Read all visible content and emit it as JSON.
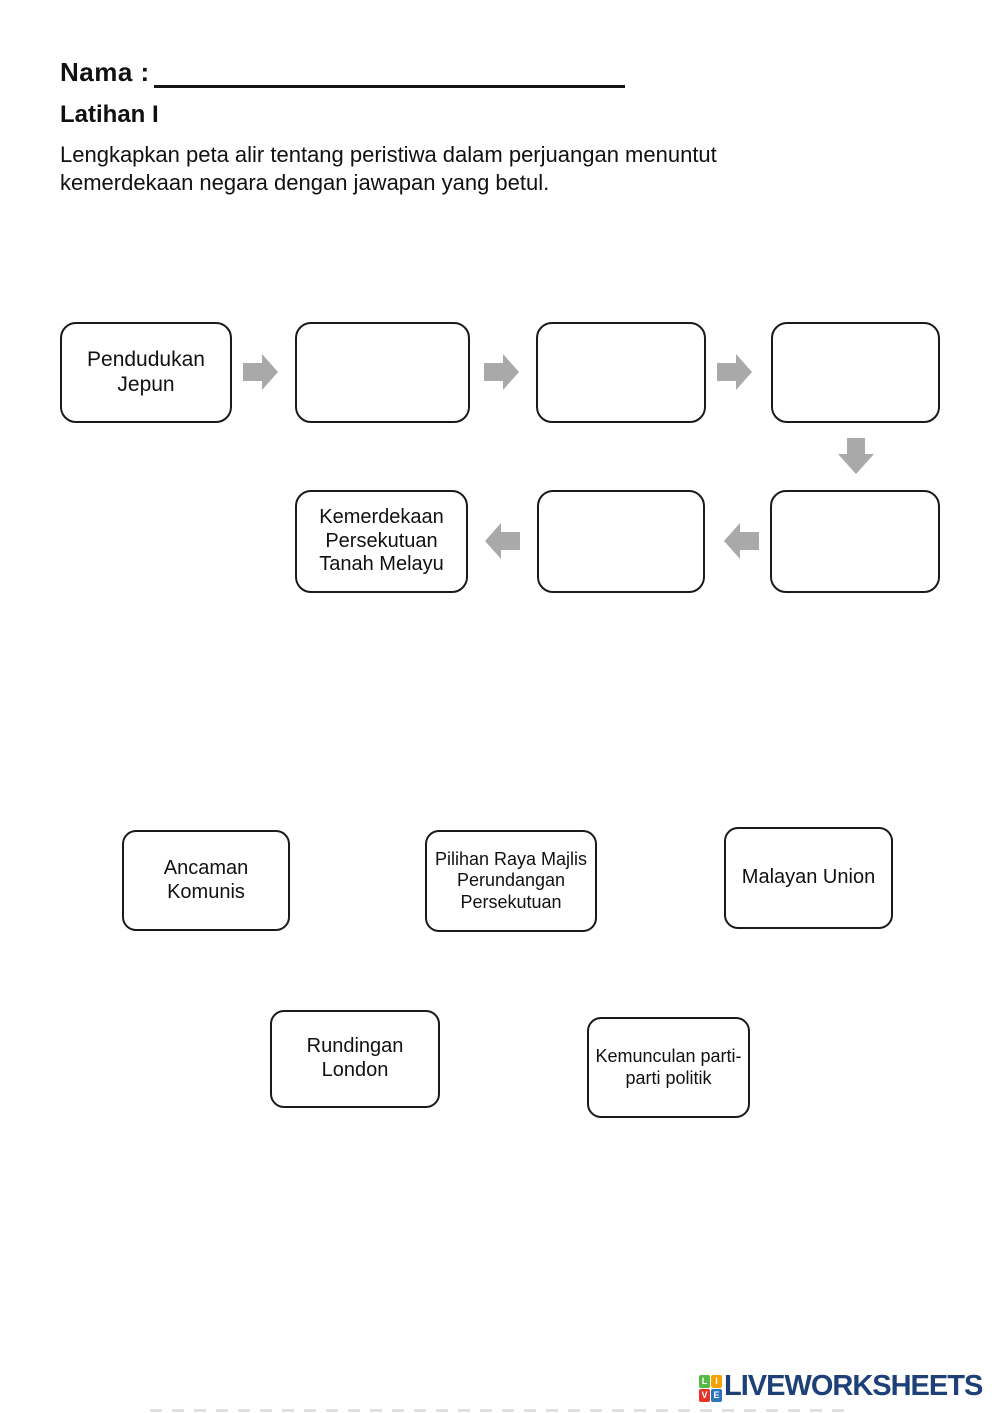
{
  "header": {
    "name_label": "Nama :",
    "name_field_value": "",
    "exercise_title": "Latihan I",
    "instructions_line1": "Lengkapkan peta alir tentang peristiwa dalam perjuangan menuntut",
    "instructions_line2": "kemerdekaan negara dengan jawapan yang betul."
  },
  "flowchart": {
    "step1_label": "Pendudukan Jepun",
    "final_label": "Kemerdekaan Persekutuan Tanah Melayu",
    "empty_box_count": 5,
    "arrow_color": "#a9a9a9",
    "box_border_color": "#1a1a1a"
  },
  "word_bank": [
    {
      "label": "Ancaman Komunis"
    },
    {
      "label": "Pilihan Raya Majlis Perundangan Persekutuan"
    },
    {
      "label": "Malayan Union"
    },
    {
      "label": "Rundingan London"
    },
    {
      "label": "Kemunculan parti-parti politik"
    }
  ],
  "footer": {
    "brand": "LIVEWORKSHEETS",
    "brand_color": "#1c4077",
    "logo_letters": [
      "L",
      "I",
      "V",
      "E"
    ],
    "logo_colors": {
      "l": "#56b947",
      "i": "#f5a200",
      "v": "#e5352b",
      "e": "#2e74b8"
    }
  }
}
